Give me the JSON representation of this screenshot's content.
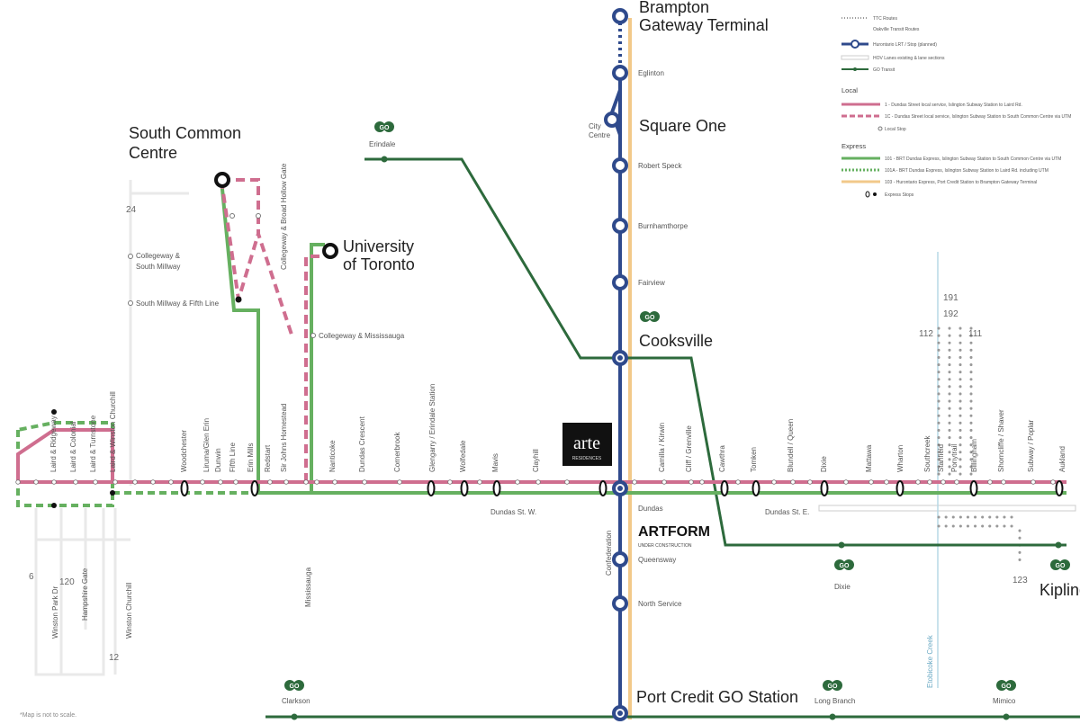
{
  "colors": {
    "local": "#cf6e8f",
    "express": "#66b060",
    "go": "#2d6a3c",
    "lrt": "#2f4a8c",
    "hov": "#f2c98a",
    "ttc": "#999999",
    "road": "#e9e9e9"
  },
  "terminals": {
    "brampton": "Brampton Gateway Terminal",
    "square_one": "Square One",
    "south_common": "South Common Centre",
    "university": "University of Toronto",
    "cooksville": "Cooksville",
    "port_credit": "Port Credit GO Station",
    "kipling": "Kipling"
  },
  "lrt_stops": [
    "Eglinton",
    "City Centre",
    "Robert Speck",
    "Burnhamthorpe",
    "Fairview",
    "Queensway",
    "North Service"
  ],
  "go_stations": [
    "Erindale",
    "Dixie",
    "Clarkson",
    "Long Branch",
    "Mimico"
  ],
  "go_logo": "GO",
  "street_stops_west": [
    "Laird & Ridgeway",
    "Laird & Colonial",
    "Laird & Turnstone",
    "Laird & Winston Churchill",
    "Woodchester",
    "Liruma/Glen Erin",
    "Dunwin",
    "Fifth Line",
    "Erin Mills",
    "Redstart",
    "Sir Johns Homestead",
    "Collegeway & Broad Hollow Gate"
  ],
  "street_stops_mid": [
    "Nanticoke",
    "Dundas Crescent",
    "Cornerbrook",
    "Glengarry / Erindale Station",
    "Wolfedale",
    "Mavis",
    "Clayhill"
  ],
  "street_stops_east": [
    "Camilla / Kirwin",
    "Cliff / Grenville",
    "Cawthra",
    "Tomken",
    "Blundell / Queen",
    "Dixie",
    "Mattawa",
    "Wharton",
    "Southcreek",
    "Stanfield",
    "Ponytrail",
    "Billingham",
    "Shorncliffe / Shaver",
    "Subway / Poplar",
    "Aukland"
  ],
  "campus_stops": [
    "Collegeway & South Millway",
    "South Millway & Fifth Line",
    "Collegeway & Mississauga"
  ],
  "lower_roads": [
    "Winston Park Dr",
    "Hampshire Gate",
    "Winston Churchill",
    "Mississauga",
    "Confederation"
  ],
  "road_names": [
    "Dundas St. W.",
    "Dundas",
    "Dundas St. E.",
    "Etobicoke Creek"
  ],
  "route_numbers": [
    "24",
    "6",
    "120",
    "12",
    "191",
    "192",
    "112",
    "111",
    "123"
  ],
  "brand_arte": {
    "name": "arte",
    "sub": "RESIDENCES"
  },
  "brand_artform": {
    "name": "ARTFORM",
    "sub": "UNDER CONSTRUCTION"
  },
  "legend": {
    "items": [
      "TTC Routes",
      "Oakville Transit Routes",
      "Hurontario LRT / Stop (planned)",
      "HOV Lanes existing & lane sections",
      "GO Transit"
    ],
    "local_title": "Local",
    "local_items": [
      "1 - Dundas Street local service, Islington Subway Station to Laird Rd.",
      "1C - Dundas Street local service, Islington Subway Station to South Common Centre via UTM",
      "Local Stop"
    ],
    "express_title": "Express",
    "express_items": [
      "101 - BRT Dundas Express, Islington Subway Station to South Common Centre via UTM",
      "101A - BRT Dundas Express, Islington Subway Station to Laird Rd. including UTM",
      "103 - Hurontario Express, Port Credit Station to Brampton Gateway Terminal",
      "Express Stops"
    ]
  },
  "footnote": "*Map is not to scale."
}
